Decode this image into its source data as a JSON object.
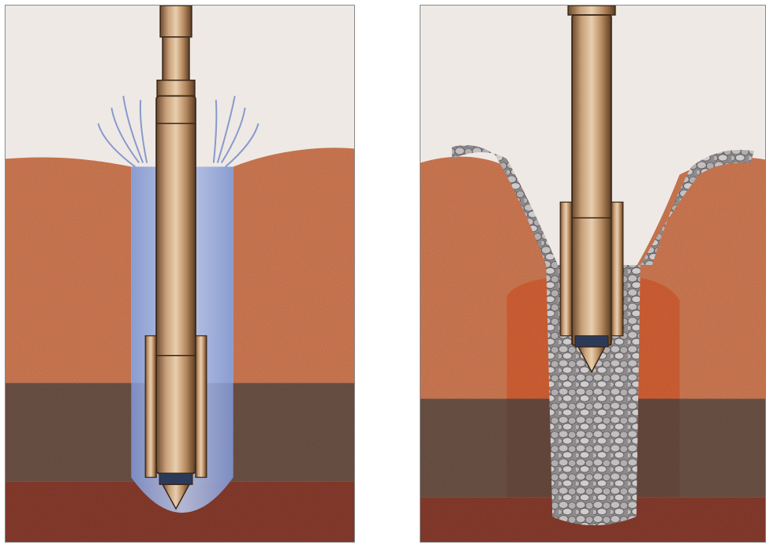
{
  "figure": {
    "panels": [
      {
        "id": "left",
        "scene": "vibroflot-penetration-water-jetting"
      },
      {
        "id": "right",
        "scene": "vibroflot-stone-column-backfill"
      }
    ],
    "colors": {
      "sky": "#eee9e5",
      "sand_layer": "#d47d55",
      "silt_layer": "#6f5447",
      "clay_layer": "#8a3d2e",
      "water_jet": "#6f86c6",
      "probe_metal": "#c79a6f",
      "stone": "#a8a4a6"
    }
  }
}
